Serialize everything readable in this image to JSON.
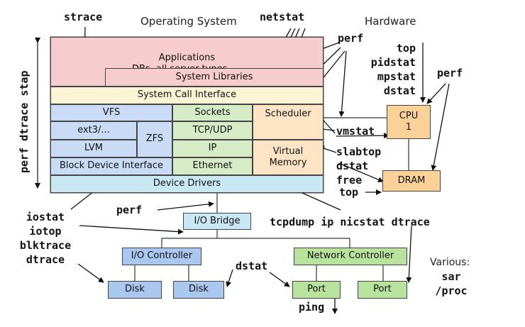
{
  "headers": {
    "os": "Operating System",
    "hardware": "Hardware"
  },
  "boxes": {
    "applications": "Applications",
    "applications_sub": "DBs, all server types, ...",
    "system_libraries": "System Libraries",
    "system_call_interface": "System Call Interface",
    "vfs": "VFS",
    "ext3": "ext3/...",
    "zfs": "ZFS",
    "lvm": "LVM",
    "block_device_interface": "Block Device Interface",
    "sockets": "Sockets",
    "tcp_udp": "TCP/UDP",
    "ip": "IP",
    "ethernet": "Ethernet",
    "scheduler": "Scheduler",
    "virtual_memory": "Virtual\nMemory",
    "device_drivers": "Device Drivers",
    "io_bridge": "I/O Bridge",
    "io_controller": "I/O Controller",
    "disk1": "Disk",
    "disk2": "Disk",
    "network_controller": "Network Controller",
    "port1": "Port",
    "port2": "Port",
    "cpu": "CPU\n1",
    "dram": "DRAM"
  },
  "tools": {
    "strace": "strace",
    "netstat": "netstat",
    "perf_top": "perf",
    "top_group": "top\npidstat\nmpstat\ndstat",
    "perf_right": "perf",
    "vmstat": "vmstat",
    "mem_group": "slabtop\ndstat\nfree",
    "top_bottom": "top",
    "perf_bottom": "perf",
    "io_group": "iostat\niotop\nblktrace\ndtrace",
    "net_group": "tcpdump ip nicstat dtrace",
    "dstat_bottom": "dstat",
    "ping": "ping",
    "various_label": "Various:",
    "various_tools": "sar\n/proc",
    "side_vertical": "perf dtrace stap"
  }
}
